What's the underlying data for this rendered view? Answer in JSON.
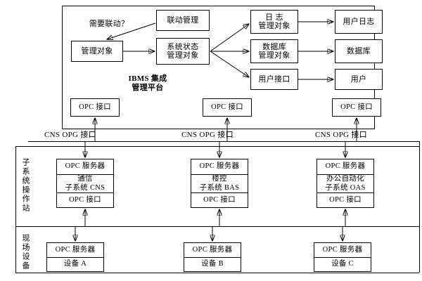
{
  "diagram": {
    "title_caption": {
      "line1": "IBMS 集成",
      "line2": "管理平台"
    },
    "platform": {
      "question_label": "需要联动？",
      "boxes": {
        "linkage_mgmt": "联动管理",
        "managed_object": "管理对象",
        "system_state_object": {
          "line1": "系统状态",
          "line2": "管理对象"
        },
        "log_mgmt_object": {
          "line1": "日 志",
          "line2": "管理对象"
        },
        "db_mgmt_object": {
          "line1": "数据库",
          "line2": "管理对象"
        },
        "user_interface": "用户接口",
        "user_log": "用户日志",
        "database": "数据库",
        "user": "用户"
      },
      "opc_interfaces": [
        "OPC 接口",
        "OPC 接口",
        "OPC 接口"
      ]
    },
    "bus_labels": [
      "CNS  OPG 接口",
      "CNS  OPG 接口",
      "CNS  OPG 接口"
    ],
    "band_labels": {
      "subsystem": "子系统操作站",
      "field": "现场设备"
    },
    "subsystems": [
      {
        "server": "OPC 服务器",
        "name_line1": "通信",
        "name_line2": "子系统 CNS",
        "interface": "OPC 接口"
      },
      {
        "server": "OPC 服务器",
        "name_line1": "楼控",
        "name_line2": "子系统 BAS",
        "interface": "OPC 接口"
      },
      {
        "server": "OPC 服务器",
        "name_line1": "办公自动化",
        "name_line2": "子系统 OAS",
        "interface": "OPC 接口"
      }
    ],
    "devices": [
      {
        "server": "OPC 服务器",
        "name": "设备 A"
      },
      {
        "server": "OPC 服务器",
        "name": "设备 B"
      },
      {
        "server": "OPC 服务器",
        "name": "设备 C"
      }
    ],
    "colors": {
      "stroke": "#000000",
      "background": "#ffffff"
    }
  }
}
